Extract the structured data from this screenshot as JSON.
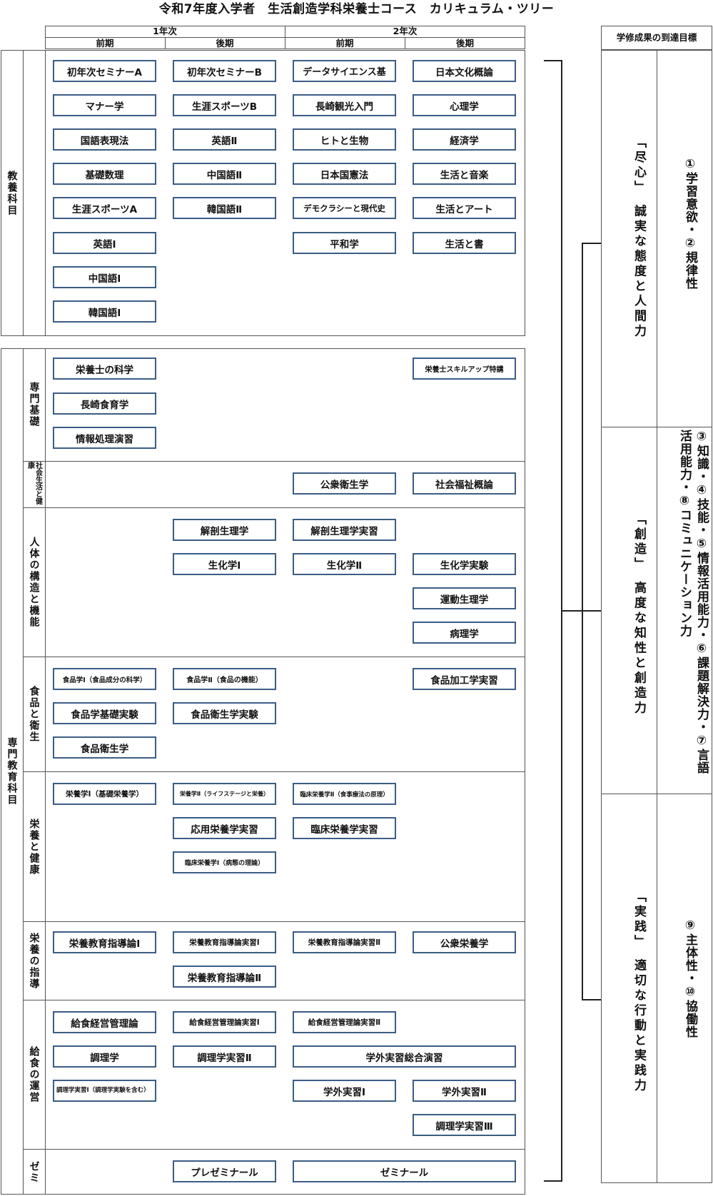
{
  "title": "令和7年度入学者　生活創造学科栄養士コース　カリキュラム・ツリー",
  "years": [
    {
      "label": "1年次",
      "terms": [
        "前期",
        "後期"
      ]
    },
    {
      "label": "2年次",
      "terms": [
        "前期",
        "後期"
      ]
    }
  ],
  "goals": {
    "header": "学修成果の到達目標",
    "items": [
      {
        "title": "「尽心」　誠実な態度と人間力",
        "numbers": "①学習意欲・②規律性"
      },
      {
        "title": "「創造」　高度な知性と創造力",
        "numbers": "③知識・④技能・⑤情報活用能力・⑥課題解決力・⑦言語活用能力・⑧コミュニケーション力"
      },
      {
        "title": "「実践」　適切な行動と実践力",
        "numbers": "⑨主体性・⑩協働性"
      }
    ]
  },
  "groups": {
    "kyoyo": "教養科目",
    "senmon": "専門教育科目"
  },
  "sections": {
    "kiso": "専門基礎",
    "shakai": "社会生活と健康",
    "jintai": "人体の構造と機能",
    "shokuhin": "食品と衛生",
    "eiyo": "栄養と健康",
    "shido": "栄養の指導",
    "kyushoku": "給食の運営",
    "zemi": "ゼミ"
  },
  "courses": {
    "k1": "初年次セミナーA",
    "k2": "マナー学",
    "k3": "国語表現法",
    "k4": "基礎数理",
    "k5": "生涯スポーツA",
    "k6": "英語Ⅰ",
    "k7": "中国語Ⅰ",
    "k8": "韓国語Ⅰ",
    "k9": "初年次セミナーB",
    "k10": "生涯スポーツB",
    "k11": "英語Ⅱ",
    "k12": "中国語Ⅱ",
    "k13": "韓国語Ⅱ",
    "k14": "データサイエンス基",
    "k15": "長崎観光入門",
    "k16": "ヒトと生物",
    "k17": "日本国憲法",
    "k18": "デモクラシーと現代史",
    "k19": "平和学",
    "k20": "日本文化概論",
    "k21": "心理学",
    "k22": "経済学",
    "k23": "生活と音楽",
    "k24": "生活とアート",
    "k25": "生活と書",
    "s1": "栄養士の科学",
    "s2": "長崎食育学",
    "s3": "情報処理演習",
    "s4": "栄養士スキルアップ特講",
    "h1": "公衆衛生学",
    "h2": "社会福祉概論",
    "j1": "解剖生理学",
    "j2": "生化学Ⅰ",
    "j3": "解剖生理学実習",
    "j4": "生化学Ⅱ",
    "j5": "生化学実験",
    "j6": "運動生理学",
    "j7": "病理学",
    "f1": "食品学Ⅰ（食品成分の科学）",
    "f2": "食品学基礎実験",
    "f3": "食品衛生学",
    "f4": "食品学Ⅱ（食品の機能）",
    "f5": "食品衛生学実験",
    "f6": "食品加工学実習",
    "e1": "栄養学Ⅰ（基礎栄養学）",
    "e2": "栄養学Ⅱ（ライフステージと栄養）",
    "e3": "応用栄養学実習",
    "e4": "臨床栄養学Ⅰ（病態の理論）",
    "e5": "臨床栄養学Ⅱ（食事療法の原理）",
    "e6": "臨床栄養学実習",
    "d1": "栄養教育指導論Ⅰ",
    "d2": "栄養教育指導論実習Ⅰ",
    "d3": "栄養教育指導論Ⅱ",
    "d4": "栄養教育指導論実習Ⅱ",
    "d5": "公衆栄養学",
    "g1": "給食経営管理論",
    "g2": "調理学",
    "g3": "調理学実習Ⅰ（調理学実験を含む）",
    "g4": "給食経営管理論実習Ⅰ",
    "g5": "調理学実習Ⅱ",
    "g6": "給食経営管理論実習Ⅱ",
    "g7": "学外実習総合演習",
    "g8": "学外実習Ⅰ",
    "g9": "学外実習Ⅱ",
    "g10": "調理学実習Ⅲ",
    "z1": "プレゼミナール",
    "z2": "ゼミナール"
  }
}
